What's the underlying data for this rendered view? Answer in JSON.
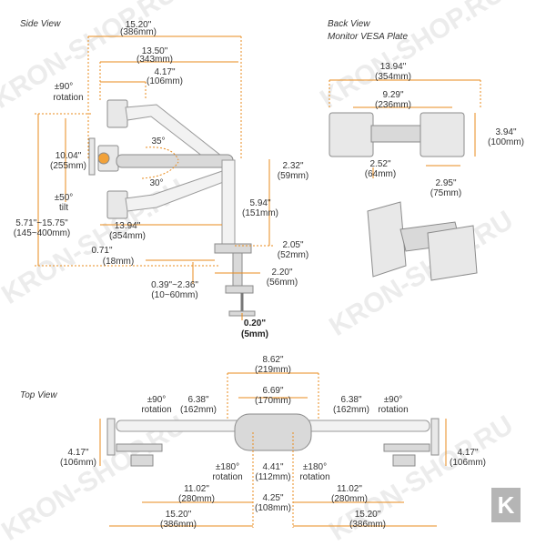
{
  "sections": {
    "side": "Side View",
    "back_title": "Back View",
    "back_sub": "Monitor VESA Plate",
    "top": "Top View"
  },
  "watermark": "KRON-SHOP.RU",
  "logo_letter": "K",
  "colors": {
    "dimension": "#e98b1c",
    "device": "#d9d9d9",
    "outline": "#8c8c8c"
  },
  "side": {
    "w_total": "15.20\"",
    "w_total_mm": "(386mm)",
    "w_mid": "13.50\"",
    "w_mid_mm": "(343mm)",
    "w_short": "4.17\"",
    "w_short_mm": "(106mm)",
    "rot": "±90°",
    "rot_word": "rotation",
    "h_range": "10.04\"",
    "h_range_mm": "(255mm)",
    "ang_up": "35°",
    "ang_down": "30°",
    "tilt": "±50°",
    "tilt_word": "tilt",
    "height": "5.71\"~15.75\"",
    "height_mm": "(145~400mm)",
    "reach": "13.94\"",
    "reach_mm": "(354mm)",
    "arm_h": "2.32\"",
    "arm_h_mm": "(59mm)",
    "pole_h": "5.94\"",
    "pole_h_mm": "(151mm)",
    "base_h": "2.05\"",
    "base_h_mm": "(52mm)",
    "offset": "0.71\"",
    "offset_mm": "(18mm)",
    "clamp_w": "2.20\"",
    "clamp_w_mm": "(56mm)",
    "desk": "0.39\"~2.36\"",
    "desk_mm": "(10~60mm)",
    "plate": "0.20\"",
    "plate_mm": "(5mm)"
  },
  "back": {
    "total": "13.94\"",
    "total_mm": "(354mm)",
    "mid": "9.29\"",
    "mid_mm": "(236mm)",
    "height": "3.94\"",
    "height_mm": "(100mm)",
    "gap": "2.52\"",
    "gap_mm": "(64mm)",
    "vesa": "2.95\"",
    "vesa_mm": "(75mm)"
  },
  "top": {
    "total": "8.62\"",
    "total_mm": "(219mm)",
    "inner": "6.69\"",
    "inner_mm": "(170mm)",
    "arm_l": "6.38\"",
    "arm_l_mm": "(162mm)",
    "arm_r": "6.38\"",
    "arm_r_mm": "(162mm)",
    "rot_l": "±90°",
    "rot_r": "±90°",
    "rot_word": "rotation",
    "depth_l": "4.17\"",
    "depth_l_mm": "(106mm)",
    "depth_r": "4.17\"",
    "depth_r_mm": "(106mm)",
    "rot180": "±180°",
    "center": "4.41\"",
    "center_mm": "(112mm)",
    "seg_l": "11.02\"",
    "seg_l_mm": "(280mm)",
    "seg_r": "11.02\"",
    "seg_r_mm": "(280mm)",
    "base": "4.25\"",
    "base_mm": "(108mm)",
    "reach_l": "15.20\"",
    "reach_l_mm": "(386mm)",
    "reach_r": "15.20\"",
    "reach_r_mm": "(386mm)"
  }
}
